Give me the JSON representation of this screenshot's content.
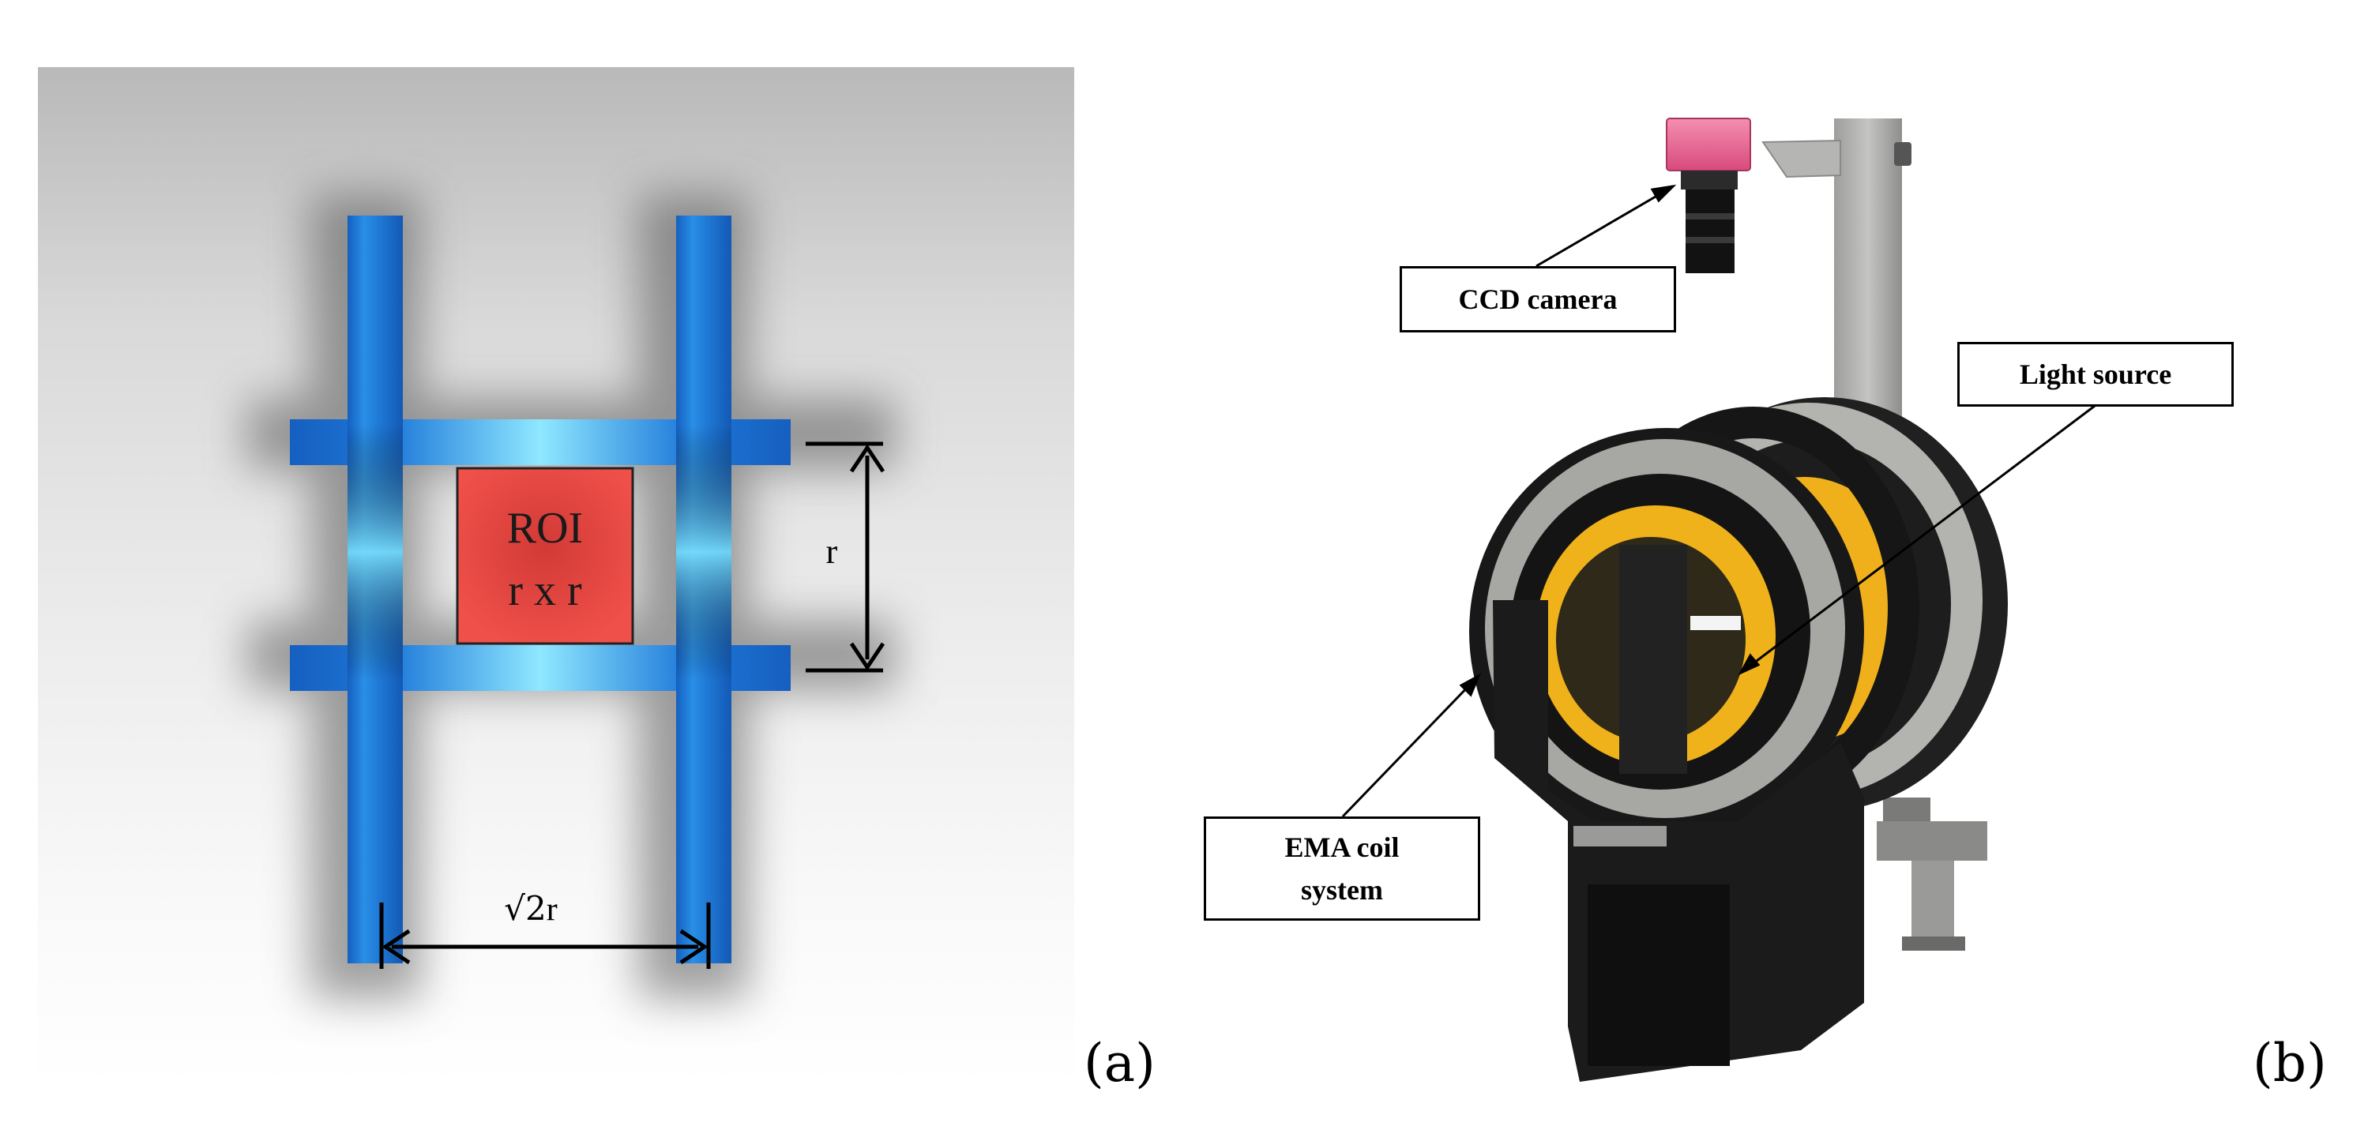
{
  "panel_a": {
    "label": "(a)",
    "roi_text": "ROI",
    "roi_size": "r x r",
    "dim_vertical": "r",
    "dim_horizontal_radical": "√2",
    "dim_horizontal_var": "r",
    "colors": {
      "bar": "#1b74d2",
      "bar_highlight": "#7fe4ff",
      "roi": "#e8403a"
    }
  },
  "panel_b": {
    "label": "(b)",
    "callouts": {
      "ccd_camera": "CCD camera",
      "light_source": "Light source",
      "ema_line1": "EMA coil",
      "ema_line2": "system"
    },
    "colors": {
      "camera": "#e85d8a",
      "coil_ring": "#a9aaa6",
      "coil_inner": "#f0b21a",
      "frame": "#1a1a1a"
    }
  }
}
